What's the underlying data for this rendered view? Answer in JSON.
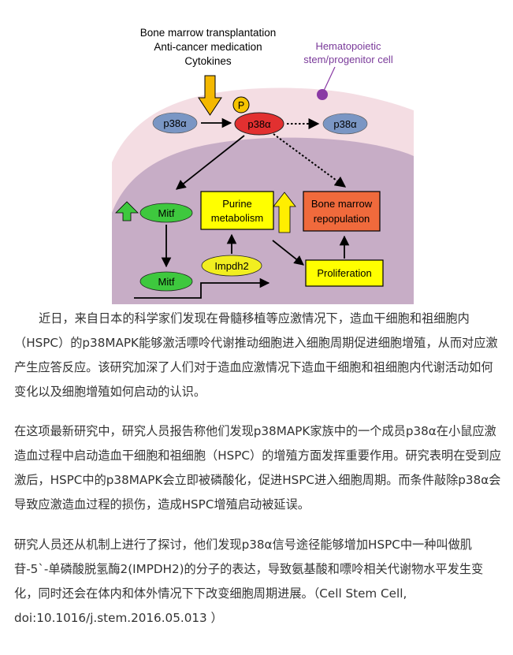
{
  "figure": {
    "stimulus_lines": [
      "Bone marrow transplantation",
      "Anti-cancer medication",
      "Cytokines"
    ],
    "hspc_label_lines": [
      "Hematopoietic",
      "stem/progenitor cell"
    ],
    "phospho": "P",
    "p38a_left": "p38α",
    "p38a_center": "p38α",
    "p38a_right": "p38α",
    "mitf_top": "Mitf",
    "mitf_bottom": "Mitf",
    "purine_lines": [
      "Purine",
      "metabolism"
    ],
    "bone_marrow_lines": [
      "Bone marrow",
      "repopulation"
    ],
    "impdh2": "Impdh2",
    "proliferation": "Proliferation",
    "colors": {
      "outer_cell": "#f4dde3",
      "inner_nucleus": "#c7adc6",
      "p38a_inactive": "#7a96c4",
      "p38a_active": "#e23030",
      "phospho_fill": "#f6c400",
      "mitf": "#3ec83e",
      "impdh2": "#f2ee20",
      "purine_box": "#ffff00",
      "bone_marrow_box": "#f06a3c",
      "proliferation_box": "#ffff00",
      "stimulus_arrow": "#f4b800",
      "up_arrow_yellow": "#ffee00",
      "up_arrow_green": "#3ec83e",
      "hspc_dot": "#8a3aa4",
      "hspc_text": "#7a3a9a"
    }
  },
  "paragraphs": [
    "近日，来自日本的科学家们发现在骨髓移植等应激情况下，造血干细胞和祖细胞内（HSPC）的p38MAPK能够激活嘌呤代谢推动细胞进入细胞周期促进细胞增殖，从而对应激产生应答反应。该研究加深了人们对于造血应激情况下造血干细胞和祖细胞内代谢活动如何变化以及细胞增殖如何启动的认识。",
    "在这项最新研究中，研究人员报告称他们发现p38MAPK家族中的一个成员p38α在小鼠应激造血过程中启动造血干细胞和祖细胞（HSPC）的增殖方面发挥重要作用。研究表明在受到应激后，HSPC中的p38MAPK会立即被磷酸化，促进HSPC进入细胞周期。而条件敲除p38α会导致应激造血过程的损伤，造成HSPC增殖启动被延误。",
    "研究人员还从机制上进行了探讨，他们发现p38α信号途径能够增加HSPC中一种叫做肌苷-5`-单磷酸脱氢酶2(IMPDH2)的分子的表达，导致氨基酸和嘌呤相关代谢物水平发生变化，同时还会在体内和体外情况下下改变细胞周期进展。（Cell Stem Cell, doi:10.1016/j.stem.2016.05.013 ）"
  ]
}
